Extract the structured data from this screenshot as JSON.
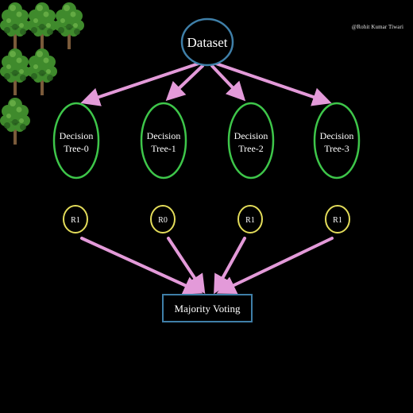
{
  "credit": "@Rohit Kumar Tiwari",
  "dataset_label": "Dataset",
  "trees": [
    {
      "line1": "Decision",
      "line2": "Tree-0",
      "result": "R1"
    },
    {
      "line1": "Decision",
      "line2": "Tree-1",
      "result": "R0"
    },
    {
      "line1": "Decision",
      "line2": "Tree-2",
      "result": "R1"
    },
    {
      "line1": "Decision",
      "line2": "Tree-3",
      "result": "R1"
    }
  ],
  "voting_label": "Majority Voting",
  "colors": {
    "background": "#000000",
    "dataset_stroke": "#3f7fa8",
    "tree_stroke": "#3ec64a",
    "result_stroke": "#e3dc5a",
    "voting_stroke": "#3f7fa8",
    "arrow": "#e39ad9",
    "foliage": "#3f8a2c",
    "trunk": "#7a5a3a"
  },
  "icons": [
    "tree-icon",
    "tree-icon",
    "tree-icon",
    "tree-icon",
    "tree-icon",
    "tree-icon"
  ]
}
